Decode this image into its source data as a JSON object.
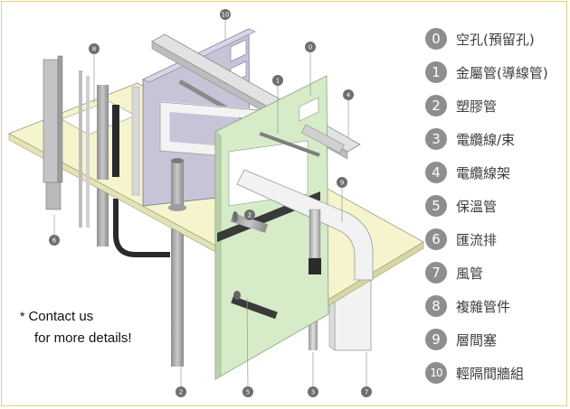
{
  "legend": [
    {
      "num": "0",
      "label": "空孔(預留孔)"
    },
    {
      "num": "1",
      "label": "金屬管(導線管)"
    },
    {
      "num": "2",
      "label": "塑膠管"
    },
    {
      "num": "3",
      "label": "電纜線/束"
    },
    {
      "num": "4",
      "label": "電纜線架"
    },
    {
      "num": "5",
      "label": "保溫管"
    },
    {
      "num": "6",
      "label": "匯流排"
    },
    {
      "num": "7",
      "label": "風管"
    },
    {
      "num": "8",
      "label": "複雜管件"
    },
    {
      "num": "9",
      "label": "層間塞"
    },
    {
      "num": "10",
      "label": "輕隔間牆組"
    }
  ],
  "contact": {
    "star": "*",
    "line1": "Contact us",
    "line2": "for more details!"
  },
  "callouts": {
    "c0": "0",
    "c1": "1",
    "c2": "2",
    "c3": "3",
    "c4": "4",
    "c5": "5",
    "c6": "6",
    "c7": "7",
    "c8": "8",
    "c9": "9",
    "c10": "10"
  },
  "colors": {
    "slab": "#f5f4cd",
    "wall_green": "#d6ebc8",
    "wall_purple": "#c7c4d8",
    "pipe_gray": "#a3a3a3",
    "duct_white": "#f2f2f2",
    "legend_badge": "#8e8e8e",
    "frame": "#e6cf78"
  }
}
